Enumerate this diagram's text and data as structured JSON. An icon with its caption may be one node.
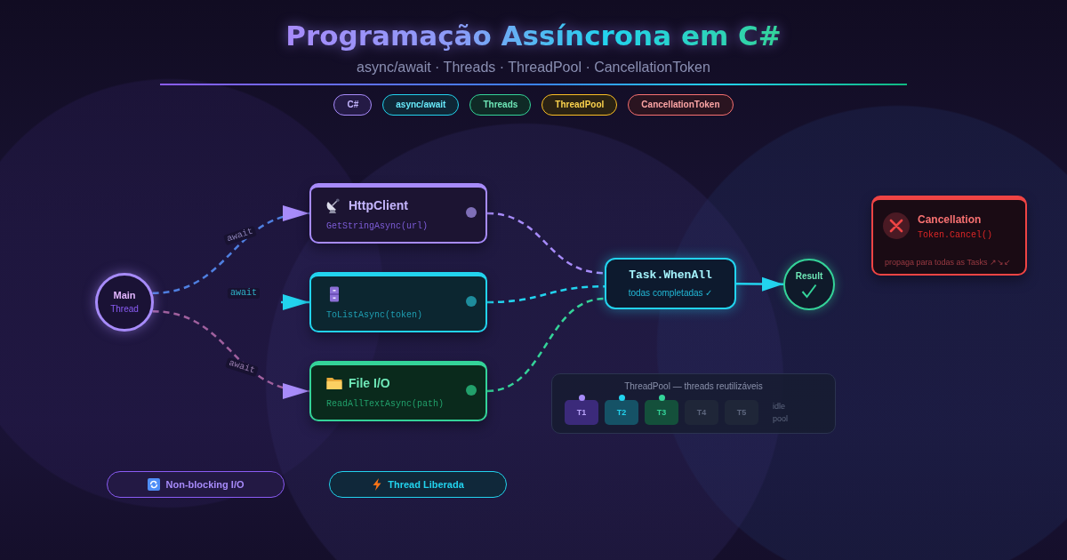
{
  "diagram": {
    "title": "Programação Assíncrona em C#",
    "nodes": [
      {
        "text": [
          "C#"
        ]
      },
      {
        "text": [
          "async/await"
        ]
      },
      {
        "text": [
          "Threads"
        ]
      },
      {
        "text": [
          "ThreadPool"
        ]
      },
      {
        "text": [
          "CancellationToken"
        ]
      },
      {
        "text": [
          "Main",
          "Thread"
        ]
      },
      {
        "text": [
          "HttpClient",
          "GetStringAsync(url)"
        ]
      },
      {
        "text": [
          "ToListAsync(token)"
        ]
      },
      {
        "text": [
          "File I/O",
          "ReadAllTextAsync(path)"
        ]
      },
      {
        "text": [
          "Task.WhenAll",
          "todas completadas ✓"
        ]
      },
      {
        "text": [
          "Result"
        ]
      },
      {
        "text": [
          "Cancellation",
          "Token.Cancel()",
          "propaga para todas as Tasks ↗↘↙"
        ]
      },
      {
        "text": [
          "ThreadPool — threads reutilizáveis",
          "idle pool"
        ]
      },
      {
        "text": [
          "T1"
        ],
        "in": 12
      },
      {
        "text": [
          "T2"
        ],
        "in": 12
      },
      {
        "text": [
          "T3"
        ],
        "in": 12
      },
      {
        "text": [
          "T4"
        ],
        "in": 12
      },
      {
        "text": [
          "T5"
        ],
        "in": 12
      },
      {
        "text": [
          "Non-blocking I/O"
        ]
      },
      {
        "text": [
          "Thread Liberada"
        ]
      }
    ],
    "edges": [
      {
        "from": 5,
        "to": 6,
        "arrow": "to",
        "label": "await",
        "style": "dashed",
        "color": "#4f7fe0"
      },
      {
        "from": null,
        "to": 7,
        "arrow": "to",
        "label": "await",
        "color": "#22d3ee"
      },
      {
        "from": 5,
        "to": 8,
        "arrow": "to",
        "label": "await",
        "style": "dashed",
        "color": "#a0609e"
      },
      {
        "from": 6,
        "to": 9,
        "arrow": "none",
        "style": "dashed",
        "color": "#a78bfa"
      },
      {
        "from": 7,
        "to": 9,
        "arrow": "none",
        "style": "dashed",
        "color": "#22d3ee"
      },
      {
        "from": 8,
        "to": 9,
        "arrow": "none",
        "style": "dashed",
        "color": "#34d399"
      },
      {
        "from": 9,
        "to": 10,
        "arrow": "to",
        "color": "#22d3ee"
      }
    ],
    "labels": [
      "async/await · Threads · ThreadPool · CancellationToken"
    ]
  }
}
